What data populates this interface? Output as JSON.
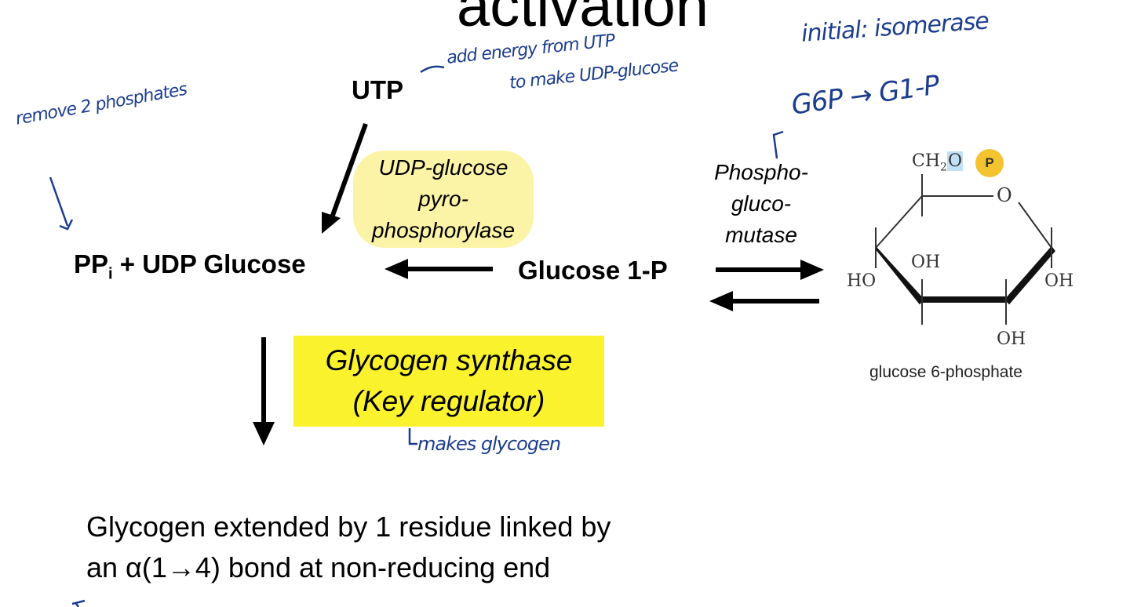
{
  "title": "activation",
  "nodes": {
    "utp": "UTP",
    "pp_prefix": "PP",
    "pp_subscript": "i",
    "pp_suffix": " + UDP Glucose",
    "g1p": "Glucose 1-P",
    "g6p_caption": "glucose 6-phosphate"
  },
  "enzymes": {
    "udp_line1": "UDP-glucose",
    "udp_line2": "pyro-",
    "udp_line3": "phosphorylase",
    "pgm_line1": "Phospho-",
    "pgm_line2": "gluco-",
    "pgm_line3": "mutase",
    "gs_line1": "Glycogen synthase",
    "gs_line2": "(Key regulator)"
  },
  "molecule": {
    "ch2": "CH",
    "ch2_sub": "2",
    "o_link": "O",
    "p": "P",
    "ring_o": "O",
    "ho_left": "HO",
    "oh_inner": "OH",
    "oh_right": "OH",
    "oh_bottom": "OH"
  },
  "bottom_text": {
    "line1": "Glycogen extended by 1 residue linked by",
    "line2": "an α(1→4) bond at non-reducing end"
  },
  "handwritten": {
    "initial": "initial: isomerase",
    "energy_line1": "add energy from UTP",
    "energy_line2": "to make UDP-glucose",
    "remove": "remove 2 phosphates",
    "g6p_g1p": "G6P → G1-P",
    "makes": "makes glycogen"
  },
  "colors": {
    "handwriting": "#1c3d8f",
    "highlight_soft": "#fbf4a6",
    "highlight_box": "#fbf22e",
    "phosphate_circle": "#f4c430",
    "oxygen_highlight": "#bfe0f5"
  }
}
